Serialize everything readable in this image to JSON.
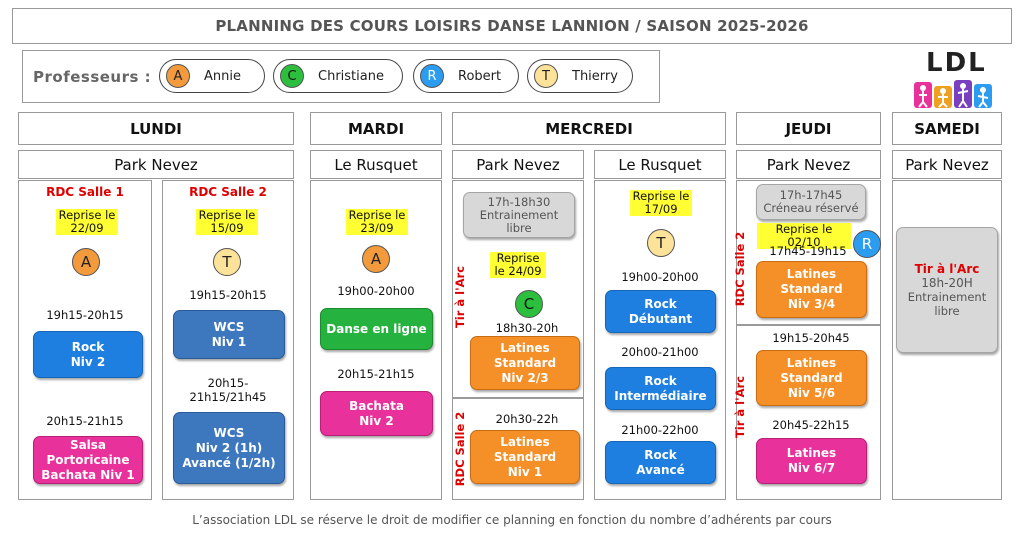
{
  "title": "PLANNING DES COURS LOISIRS DANSE LANNION / SAISON 2025-2026",
  "professeurs_label": "Professeurs :",
  "professeurs": [
    {
      "initial": "A",
      "name": "Annie",
      "color": "#f39a3c"
    },
    {
      "initial": "C",
      "name": "Christiane",
      "color": "#2cbf3e"
    },
    {
      "initial": "R",
      "name": "Robert",
      "color": "#2b9cf0"
    },
    {
      "initial": "T",
      "name": "Thierry",
      "color": "#fde29a"
    }
  ],
  "logo": {
    "text": "LDL"
  },
  "days": {
    "lundi": "LUNDI",
    "mardi": "MARDI",
    "mercredi": "MERCREDI",
    "jeudi": "JEUDI",
    "samedi": "SAMEDI"
  },
  "lundi": {
    "venue": "Park Nevez",
    "salle1": {
      "room": "RDC Salle 1",
      "reprise": [
        "Reprise le",
        "22/09"
      ],
      "prof": "A",
      "slot1": {
        "time": "19h15-20h15",
        "course": [
          "Rock",
          "Niv 2"
        ]
      },
      "slot2": {
        "time": "20h15-21h15",
        "course": [
          "Salsa",
          "Portoricaine",
          "Bachata Niv 1"
        ]
      }
    },
    "salle2": {
      "room": "RDC Salle 2",
      "reprise": [
        "Reprise le",
        "15/09"
      ],
      "prof": "T",
      "slot1": {
        "time": "19h15-20h15",
        "course": [
          "WCS",
          "Niv 1"
        ]
      },
      "slot2": {
        "time": [
          "20h15-",
          "21h15/21h45"
        ],
        "course": [
          "WCS",
          "Niv 2 (1h)",
          "Avancé (1/2h)"
        ]
      }
    }
  },
  "mardi": {
    "venue": "Le Rusquet",
    "reprise": [
      "Reprise le",
      "23/09"
    ],
    "prof": "A",
    "slot1": {
      "time": "19h00-20h00",
      "course": [
        "Danse en ligne"
      ]
    },
    "slot2": {
      "time": "20h15-21h15",
      "course": [
        "Bachata",
        "Niv 2"
      ]
    }
  },
  "mercredi_pn": {
    "venue": "Park Nevez",
    "gray": [
      "17h-18h30",
      "Entrainement",
      "libre"
    ],
    "room_arc": "Tir à l'Arc",
    "reprise": [
      "Reprise",
      "le 24/09"
    ],
    "prof": "C",
    "slot1": {
      "time": "18h30-20h",
      "course": [
        "Latines",
        "Standard",
        "Niv 2/3"
      ]
    },
    "room_salle2": "RDC Salle 2",
    "slot2": {
      "time": "20h30-22h",
      "course": [
        "Latines",
        "Standard",
        "Niv 1"
      ]
    }
  },
  "mercredi_lr": {
    "venue": "Le Rusquet",
    "reprise": [
      "Reprise le",
      "17/09"
    ],
    "prof": "T",
    "slot1": {
      "time": "19h00-20h00",
      "course": [
        "Rock",
        "Débutant"
      ]
    },
    "slot2": {
      "time": "20h00-21h00",
      "course": [
        "Rock",
        "Intermédiaire"
      ]
    },
    "slot3": {
      "time": "21h00-22h00",
      "course": [
        "Rock",
        "Avancé"
      ]
    }
  },
  "jeudi": {
    "venue": "Park Nevez",
    "gray": [
      "17h-17h45",
      "Créneau réservé"
    ],
    "room_salle2": "RDC Salle 2",
    "reprise": "Reprise le 02/10",
    "prof": "R",
    "slot1": {
      "time": "17h45-19h15",
      "course": [
        "Latines",
        "Standard",
        "Niv 3/4"
      ]
    },
    "room_arc": "Tir à l'Arc",
    "slot2": {
      "time": "19h15-20h45",
      "course": [
        "Latines",
        "Standard",
        "Niv 5/6"
      ]
    },
    "slot3": {
      "time": "20h45-22h15",
      "course": [
        "Latines",
        "Niv 6/7"
      ]
    }
  },
  "samedi": {
    "venue": "Park Nevez",
    "room": "Tir à l'Arc",
    "lines": [
      "18h-20H",
      "Entrainement",
      "libre"
    ]
  },
  "footer": "L’association LDL se réserve le droit de modifier ce planning en fonction du nombre d’adhérents par cours"
}
